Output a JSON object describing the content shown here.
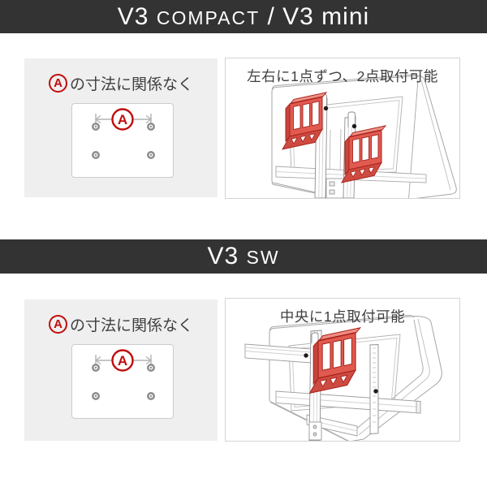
{
  "banner1": {
    "segments": [
      {
        "text": "V3 ",
        "size": "lg"
      },
      {
        "text": "COMPACT",
        "size": "sm"
      },
      {
        "text": " / V3 ",
        "size": "lg"
      },
      {
        "text": "mini",
        "size": "lg"
      }
    ]
  },
  "banner2": {
    "segments": [
      {
        "text": "V3 ",
        "size": "lg"
      },
      {
        "text": "SW",
        "size": "sm"
      }
    ]
  },
  "sections": [
    {
      "left_caption": {
        "badge": "A",
        "text": "の寸法に関係なく"
      },
      "vesa_dim_label": "A",
      "right_title": "左右に1点ずつ、2点取付可能"
    },
    {
      "left_caption": {
        "badge": "A",
        "text": "の寸法に関係なく"
      },
      "vesa_dim_label": "A",
      "right_title": "中央に1点取付可能"
    }
  ],
  "colors": {
    "banner_bg": "#333333",
    "accent_red": "#c00d0d",
    "bracket_red": "#e15a50",
    "bracket_red_dark": "#a8231b",
    "panel_gray": "#efefef",
    "text_gray": "#3f3f3f"
  }
}
